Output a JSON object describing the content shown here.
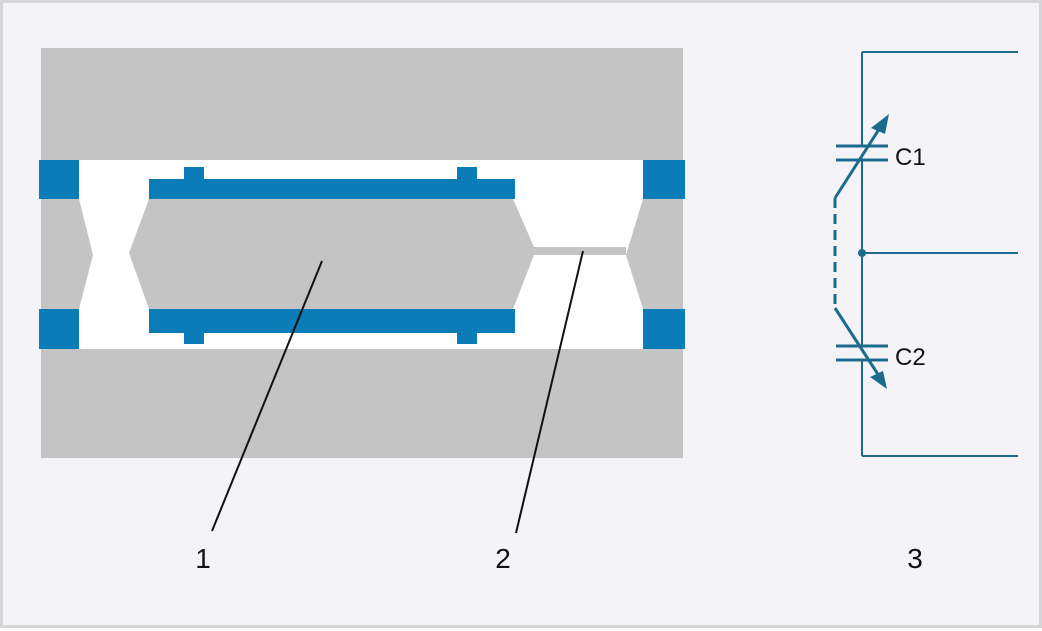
{
  "labels": {
    "callout_1": "1",
    "callout_2": "2",
    "callout_3": "3",
    "capacitor_1": "C1",
    "capacitor_2": "C2"
  },
  "colors": {
    "background": "#f3f3f8",
    "frame_border": "#d6d6d8",
    "substrate_gray": "#c4c4c4",
    "cavity_white": "#ffffff",
    "electrode_blue": "#0a7cb8",
    "circuit_line": "#1b6c8c",
    "leader_line": "#111111"
  }
}
